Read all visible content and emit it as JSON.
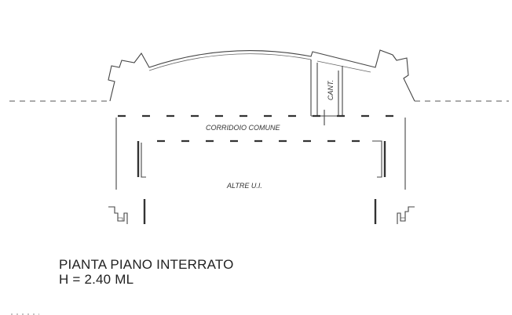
{
  "labels": {
    "corridor": "CORRIDOIO COMUNE",
    "cellar": "CANT.",
    "other_units": "ALTRE U.I."
  },
  "title": {
    "line1": "PIANTA PIANO INTERRATO",
    "line2": "H = 2.40 ML"
  }
}
